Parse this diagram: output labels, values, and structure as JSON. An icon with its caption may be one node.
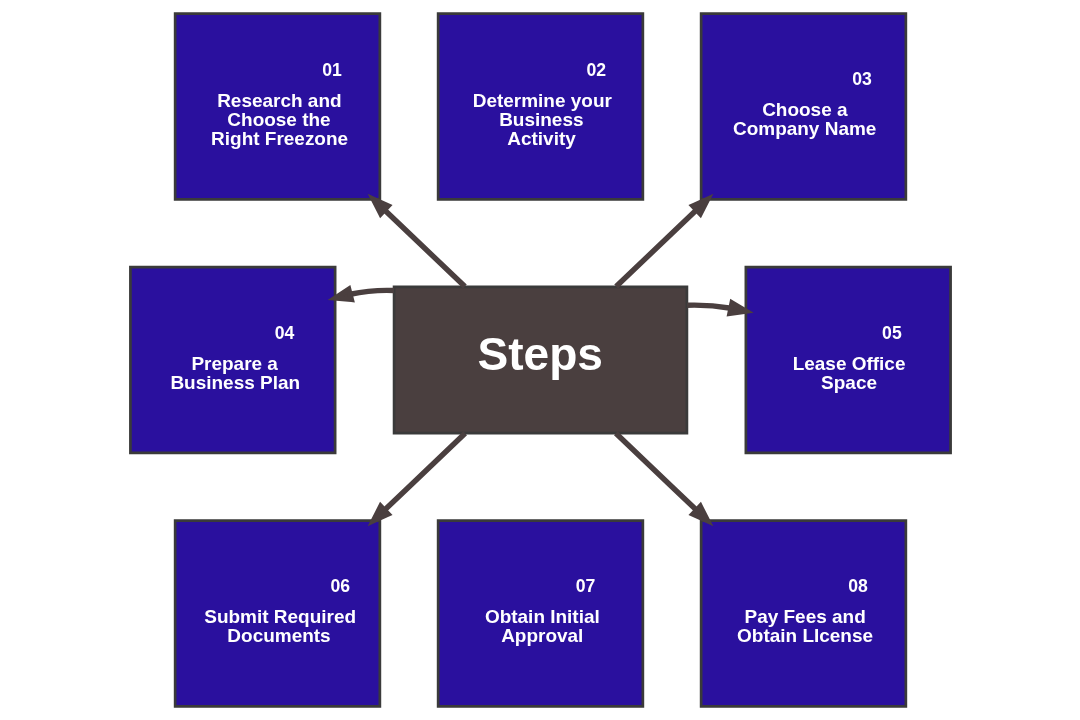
{
  "diagram": {
    "nodes": [
      {
        "text": [
          "Steps"
        ]
      },
      {
        "text": [
          "01",
          "Research and Choose the Right Freezone"
        ]
      },
      {
        "text": [
          "02",
          "Determine your Business Activity"
        ]
      },
      {
        "text": [
          "03",
          "Choose a Company Name"
        ]
      },
      {
        "text": [
          "04",
          "Prepare a Business Plan"
        ]
      },
      {
        "text": [
          "05",
          "Lease Office Space"
        ]
      },
      {
        "text": [
          "06",
          "Submit Required Documents"
        ]
      },
      {
        "text": [
          "07",
          "Obtain Initial Approval"
        ]
      },
      {
        "text": [
          "08",
          "Pay Fees and Obtain LIcense"
        ]
      }
    ],
    "edges": [
      {
        "from": 0,
        "to": 1,
        "arrow": "to"
      },
      {
        "from": 0,
        "to": 3,
        "arrow": "to"
      },
      {
        "from": 0,
        "to": 4,
        "arrow": "to"
      },
      {
        "from": 0,
        "to": 5,
        "arrow": "to"
      },
      {
        "from": 0,
        "to": 6,
        "arrow": "to"
      },
      {
        "from": 0,
        "to": 8,
        "arrow": "to"
      }
    ]
  }
}
